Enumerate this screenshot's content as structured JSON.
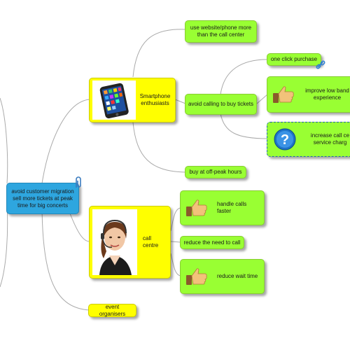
{
  "colors": {
    "topic_fill": "#2ea6df",
    "node_green": "#99ff33",
    "node_yellow": "#ffff00",
    "connector": "#aaaaaa"
  },
  "central_topic": {
    "text": "avoid customer migration sell more tickets at peak time for big concerts",
    "icon": "paperclip-icon"
  },
  "branches": {
    "smartphone": {
      "label": "Smartphone enthusiasts",
      "image": "smartphone-image",
      "children": {
        "website": "use website/phone more than the call center",
        "avoid_calling": "avoid calling to buy tickets",
        "one_click": "one click purchase",
        "low_bandwidth": "improve low band experience",
        "call_charge": "increase call ce service charg",
        "off_peak": "buy at off-peak hours"
      }
    },
    "call_centre": {
      "label": "call centre",
      "image": "operator-photo",
      "children": {
        "handle_calls": "handle calls faster",
        "reduce_need": "reduce the need to call",
        "reduce_wait": "reduce wait time"
      }
    },
    "event_organisers": {
      "label": "event organisers"
    }
  },
  "icons": {
    "thumbs_up": "thumbs-up-icon",
    "question": "question-mark-icon",
    "link": "link-icon"
  }
}
